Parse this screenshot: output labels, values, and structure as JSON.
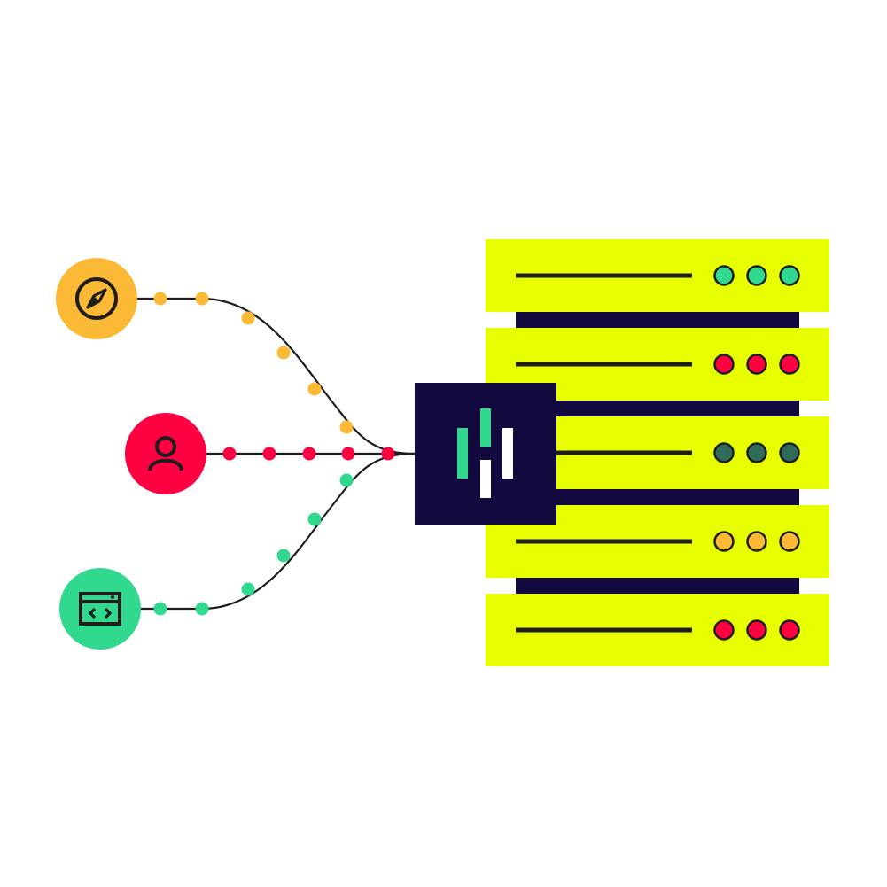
{
  "colors": {
    "background": "#ffffff",
    "orange": "#FBB936",
    "red": "#FF0040",
    "green": "#30D98E",
    "dark_green": "#2E6B59",
    "navy": "#120A3E",
    "lime": "#E8FF00",
    "line": "#1E1E1E",
    "white": "#ffffff"
  },
  "sources": [
    {
      "name": "compass-source",
      "icon": "compass-icon",
      "color": "orange",
      "dot_count": 6
    },
    {
      "name": "user-source",
      "icon": "user-icon",
      "color": "red",
      "dot_count": 5
    },
    {
      "name": "code-window-source",
      "icon": "code-window-icon",
      "color": "green",
      "dot_count": 6
    }
  ],
  "hub": {
    "icon": "bars-logo-icon"
  },
  "server_rack": {
    "units": [
      {
        "lights": [
          "green",
          "green",
          "green"
        ]
      },
      {
        "lights": [
          "red",
          "red",
          "red"
        ]
      },
      {
        "lights": [
          "dark_green",
          "dark_green",
          "dark_green"
        ]
      },
      {
        "lights": [
          "orange",
          "orange",
          "orange"
        ]
      },
      {
        "lights": [
          "red",
          "red",
          "red"
        ]
      }
    ]
  }
}
